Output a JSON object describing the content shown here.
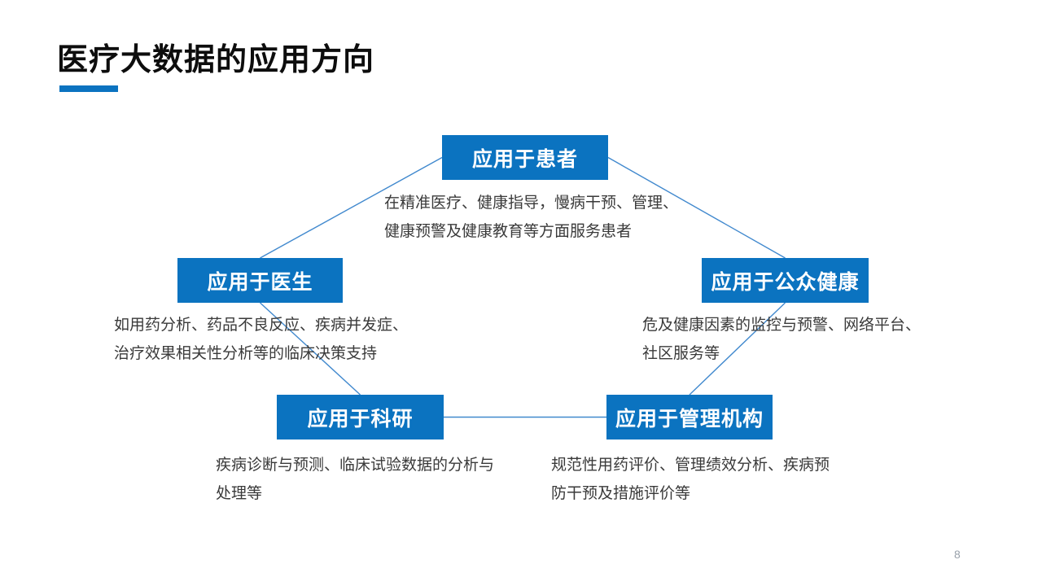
{
  "slide": {
    "title": "医疗大数据的应用方向",
    "page_number": "8",
    "colors": {
      "accent": "#0b73c0",
      "connector": "#4189ce",
      "description_text": "#3a3a3a"
    }
  },
  "diagram": {
    "nodes": [
      {
        "id": "patients",
        "label": "应用于患者",
        "desc_lines": [
          "在精准医疗、健康指导，慢病干预、管理、",
          "健康预警及健康教育等方面服务患者"
        ]
      },
      {
        "id": "doctors",
        "label": "应用于医生",
        "desc_lines": [
          "如用药分析、药品不良反应、疾病并发症、",
          "治疗效果相关性分析等的临床决策支持"
        ]
      },
      {
        "id": "public-health",
        "label": "应用于公众健康",
        "desc_lines": [
          "危及健康因素的监控与预警、网络平台、",
          "社区服务等"
        ]
      },
      {
        "id": "research",
        "label": "应用于科研",
        "desc_lines": [
          "疾病诊断与预测、临床试验数据的分析与",
          "处理等"
        ]
      },
      {
        "id": "management",
        "label": "应用于管理机构",
        "desc_lines": [
          "规范性用药评价、管理绩效分析、疾病预",
          "防干预及措施评价等"
        ]
      }
    ]
  }
}
